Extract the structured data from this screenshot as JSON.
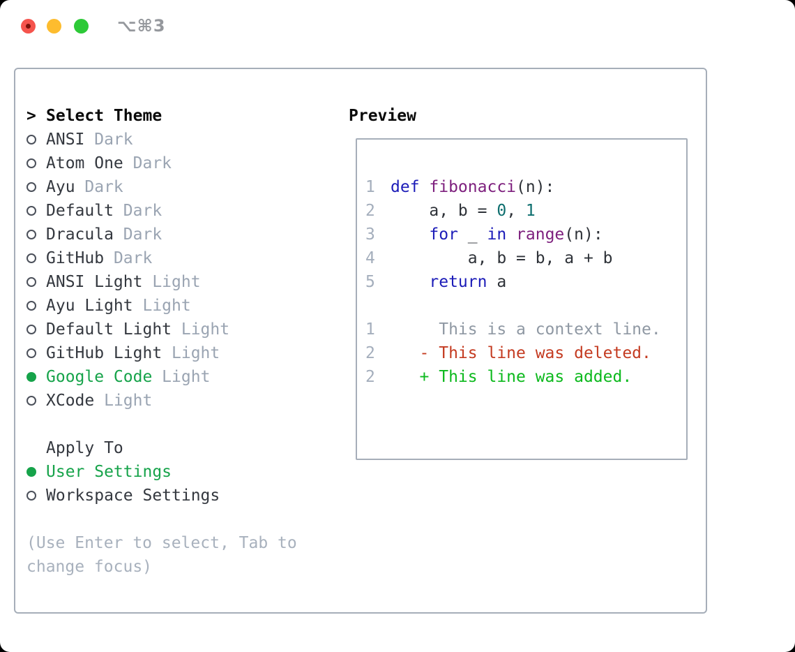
{
  "window": {
    "title": "⌥⌘3",
    "traffic_lights": [
      {
        "name": "close-button",
        "color_key": "light_red"
      },
      {
        "name": "minimize-button",
        "color_key": "light_yellow"
      },
      {
        "name": "zoom-button",
        "color_key": "light_green"
      }
    ]
  },
  "theme_selector": {
    "header": "Select Theme",
    "header_marker": ">",
    "themes": [
      {
        "name": "ANSI",
        "variant": "Dark",
        "selected": false
      },
      {
        "name": "Atom One",
        "variant": "Dark",
        "selected": false
      },
      {
        "name": "Ayu",
        "variant": "Dark",
        "selected": false
      },
      {
        "name": "Default",
        "variant": "Dark",
        "selected": false
      },
      {
        "name": "Dracula",
        "variant": "Dark",
        "selected": false
      },
      {
        "name": "GitHub",
        "variant": "Dark",
        "selected": false
      },
      {
        "name": "ANSI Light",
        "variant": "Light",
        "selected": false
      },
      {
        "name": "Ayu Light",
        "variant": "Light",
        "selected": false
      },
      {
        "name": "Default Light",
        "variant": "Light",
        "selected": false
      },
      {
        "name": "GitHub Light",
        "variant": "Light",
        "selected": false
      },
      {
        "name": "Google Code",
        "variant": "Light",
        "selected": true
      },
      {
        "name": "XCode",
        "variant": "Light",
        "selected": false
      }
    ]
  },
  "apply_to": {
    "header": "Apply To",
    "options": [
      {
        "label": "User Settings",
        "selected": true
      },
      {
        "label": "Workspace Settings",
        "selected": false
      }
    ]
  },
  "help": {
    "line1": "(Use Enter to select, Tab to",
    "line2": "change focus)"
  },
  "preview": {
    "header": "Preview",
    "code_lines": [
      {
        "num": "1",
        "tokens": [
          [
            "kw",
            "def "
          ],
          [
            "fn",
            "fibonacci"
          ],
          [
            "pl",
            "(n):"
          ]
        ]
      },
      {
        "num": "2",
        "tokens": [
          [
            "pl",
            "    a, b = "
          ],
          [
            "lit",
            "0"
          ],
          [
            "pl",
            ", "
          ],
          [
            "lit",
            "1"
          ]
        ]
      },
      {
        "num": "3",
        "tokens": [
          [
            "pl",
            "    "
          ],
          [
            "kw",
            "for"
          ],
          [
            "pl",
            " _ "
          ],
          [
            "kw",
            "in"
          ],
          [
            "pl",
            " "
          ],
          [
            "fn",
            "range"
          ],
          [
            "pl",
            "(n):"
          ]
        ]
      },
      {
        "num": "4",
        "tokens": [
          [
            "pl",
            "        a, b = b, a + b"
          ]
        ]
      },
      {
        "num": "5",
        "tokens": [
          [
            "pl",
            "    "
          ],
          [
            "kw",
            "return"
          ],
          [
            "pl",
            " a"
          ]
        ]
      }
    ],
    "diff_lines": [
      {
        "num": "1",
        "tokens": [
          [
            "ctx",
            "     This is a context line."
          ]
        ]
      },
      {
        "num": "2",
        "tokens": [
          [
            "del",
            "   - This line was deleted."
          ]
        ]
      },
      {
        "num": "2",
        "tokens": [
          [
            "add",
            "   + This line was added."
          ]
        ]
      }
    ]
  },
  "colors": {
    "keyword": "#1c1cb8",
    "function_name": "#7d1f7d",
    "literal": "#0d6e6e",
    "code_plain": "#2e3238",
    "context": "#8f98a3",
    "deleted": "#c43b21",
    "added": "#0cb91d",
    "selected_green": "#16a34a",
    "name_text": "#34383f",
    "variant_gray": "#9aa4b2",
    "help_gray": "#a8b1bd",
    "line_number": "#a4aebc",
    "border_gray": "#a6aeb9",
    "title_gray": "#95989d",
    "light_red": "#f5544d",
    "light_red_dot": "#7c120b",
    "light_yellow": "#fdbc2e",
    "light_green": "#2dc937"
  }
}
